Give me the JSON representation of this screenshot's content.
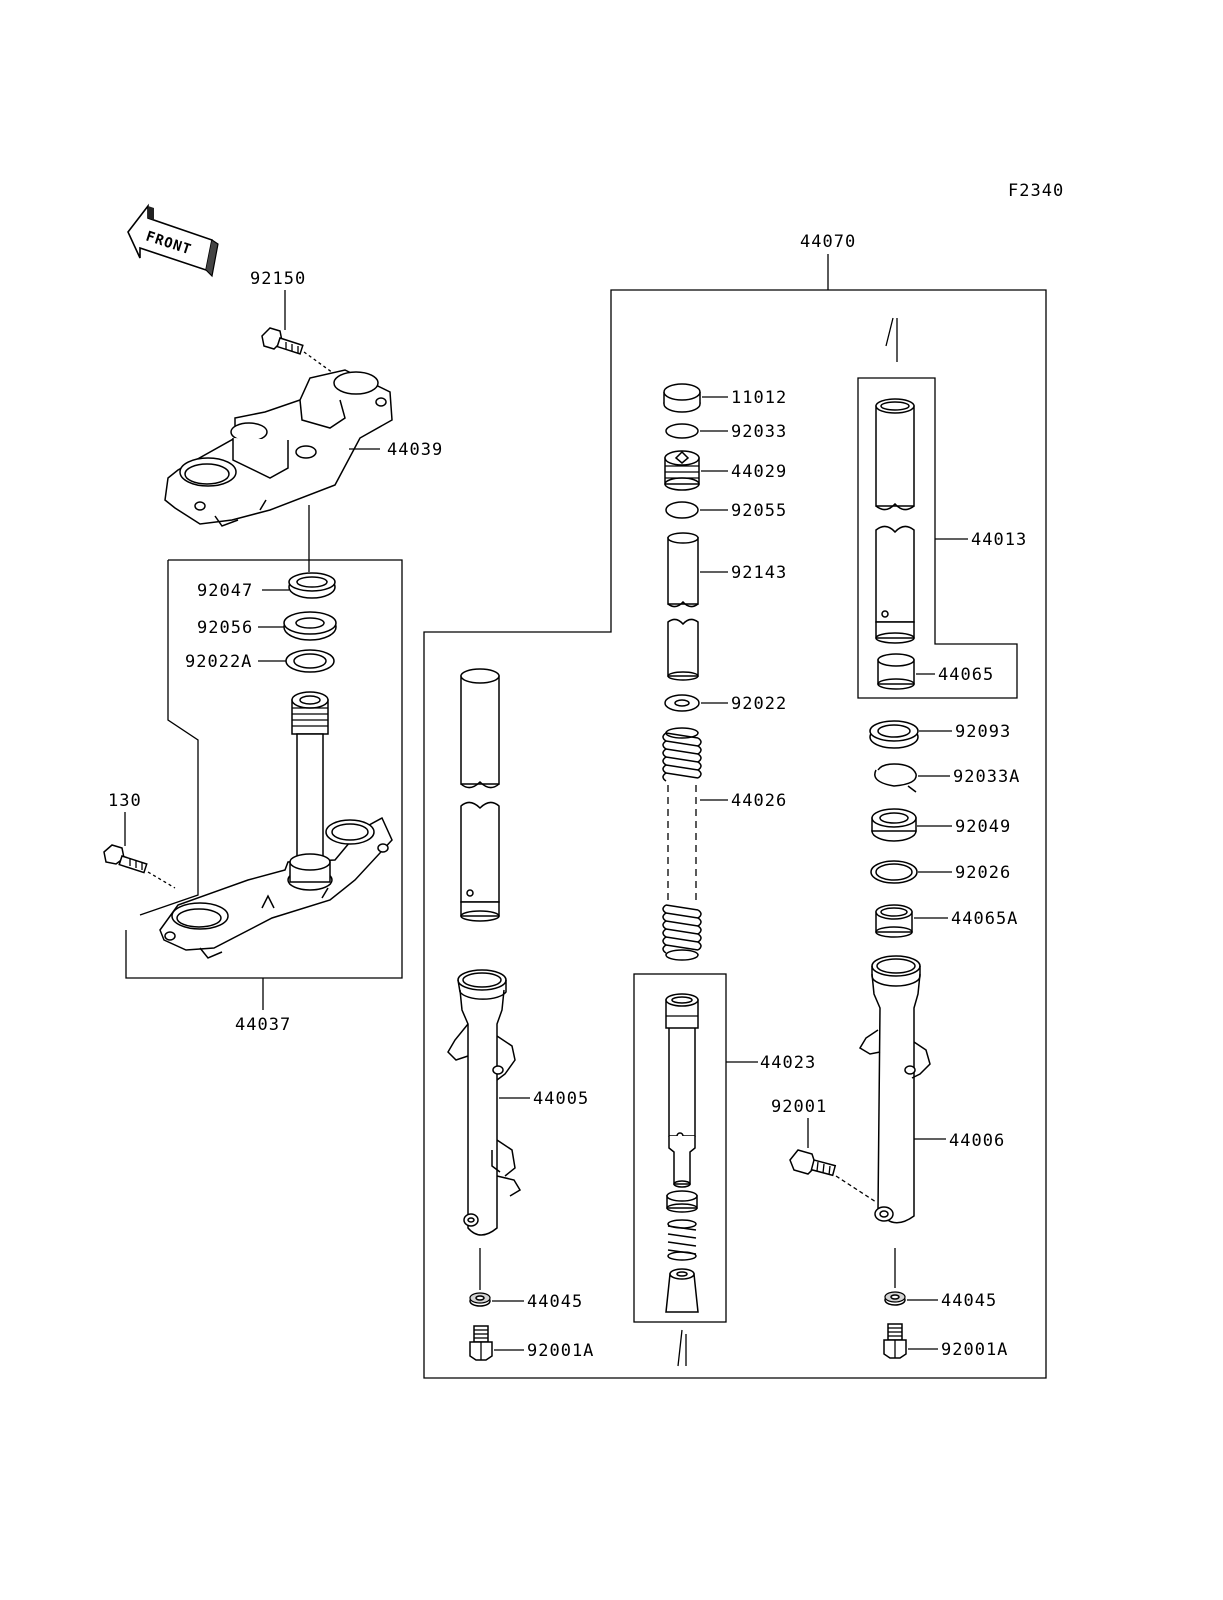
{
  "diagram_code": "F2340",
  "front_arrow_text": "FRONT",
  "labels": {
    "p92150": "92150",
    "p44039": "44039",
    "p92047": "92047",
    "p92056": "92056",
    "p92022A": "92022A",
    "p130": "130",
    "p44037": "44037",
    "p44070": "44070",
    "p11012": "11012",
    "p92033": "92033",
    "p44029": "44029",
    "p92055": "92055",
    "p92143": "92143",
    "p92022": "92022",
    "p44026": "44026",
    "p44013": "44013",
    "p44065": "44065",
    "p92093": "92093",
    "p92033A": "92033A",
    "p92049": "92049",
    "p92026": "92026",
    "p44065A": "44065A",
    "p44023": "44023",
    "p44005": "44005",
    "p92001": "92001",
    "p44006": "44006",
    "p44045_left": "44045",
    "p44045_right": "44045",
    "p92001A_left": "92001A",
    "p92001A_right": "92001A"
  }
}
